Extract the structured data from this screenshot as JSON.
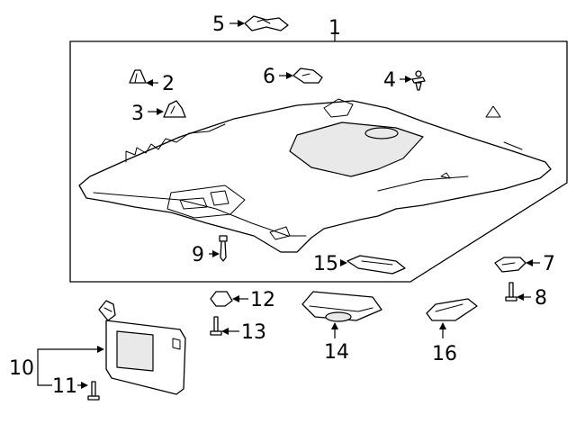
{
  "callouts": {
    "c1": "1",
    "c2": "2",
    "c3": "3",
    "c4": "4",
    "c5": "5",
    "c6": "6",
    "c7": "7",
    "c8": "8",
    "c9": "9",
    "c10": "10",
    "c11": "11",
    "c12": "12",
    "c13": "13",
    "c14": "14",
    "c15": "15",
    "c16": "16"
  },
  "colors": {
    "line": "#000000",
    "background": "#ffffff",
    "shade": "#e9e9e9"
  }
}
